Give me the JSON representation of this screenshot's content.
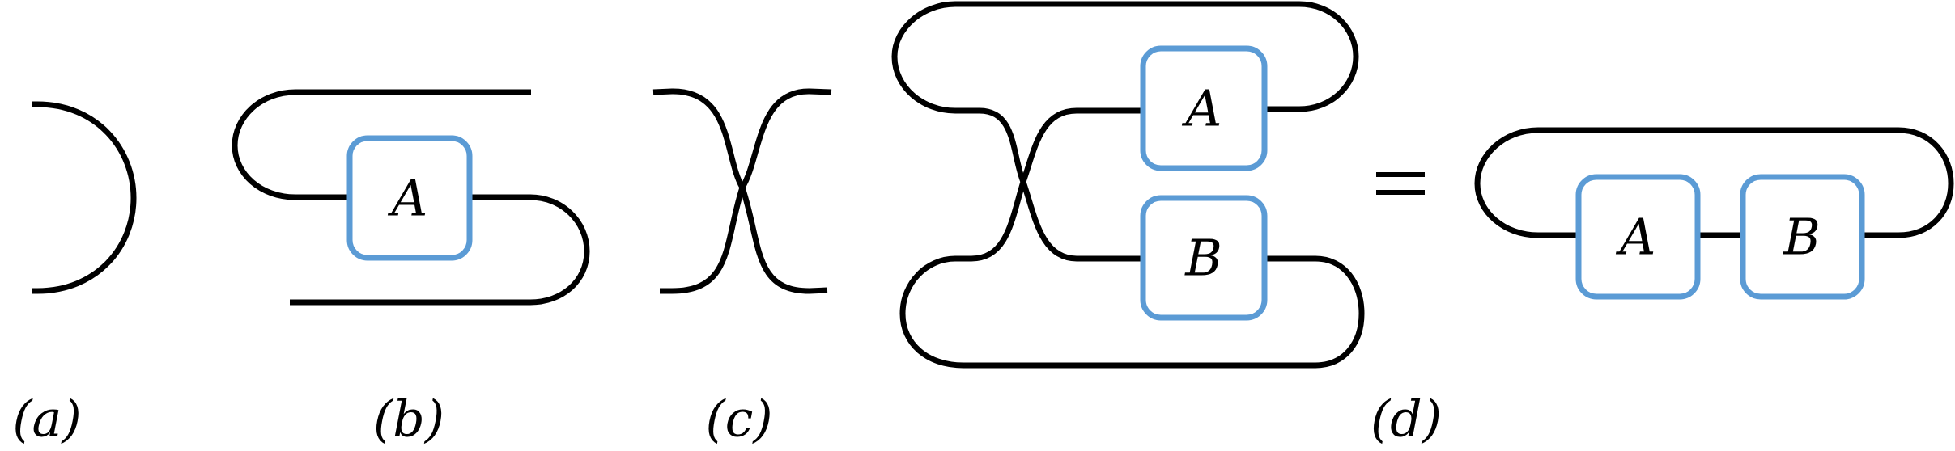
{
  "colors": {
    "wire": "#000000",
    "box_border": "#5b9bd5",
    "background": "#ffffff"
  },
  "panels": {
    "a": {
      "label": "(a)"
    },
    "b": {
      "label": "(b)",
      "box": "A"
    },
    "c": {
      "label": "(c)"
    },
    "d": {
      "label": "(d)",
      "left_boxes": [
        "A",
        "B"
      ],
      "equals_sign": "=",
      "right_boxes": [
        "A",
        "B"
      ]
    }
  }
}
